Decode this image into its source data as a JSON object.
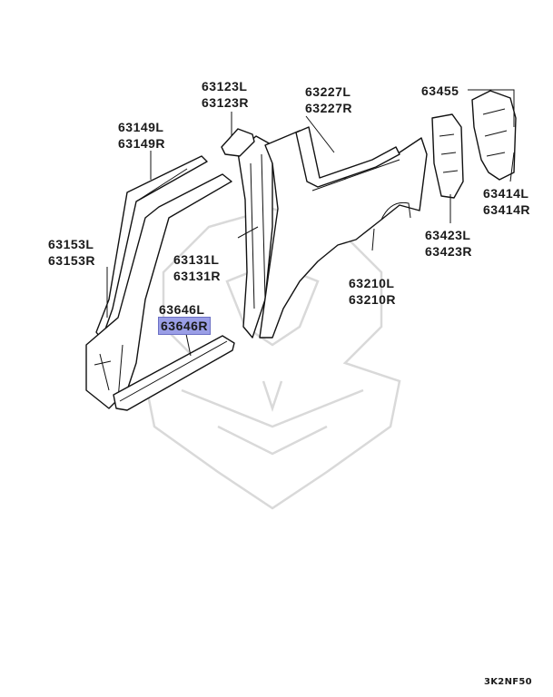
{
  "labels": {
    "p63123": [
      "63123L",
      "63123R"
    ],
    "p63227": [
      "63227L",
      "63227R"
    ],
    "p63455": "63455",
    "p63149": [
      "63149L",
      "63149R"
    ],
    "p63414": [
      "63414L",
      "63414R"
    ],
    "p63153": [
      "63153L",
      "63153R"
    ],
    "p63131": [
      "63131L",
      "63131R"
    ],
    "p63423": [
      "63423L",
      "63423R"
    ],
    "p63646": [
      "63646L",
      "63646R"
    ],
    "p63210": [
      "63210L",
      "63210R"
    ]
  },
  "highlighted_part": "63646R",
  "highlight_color": "#9a9ee6",
  "drawing_code": "3K2NF50"
}
